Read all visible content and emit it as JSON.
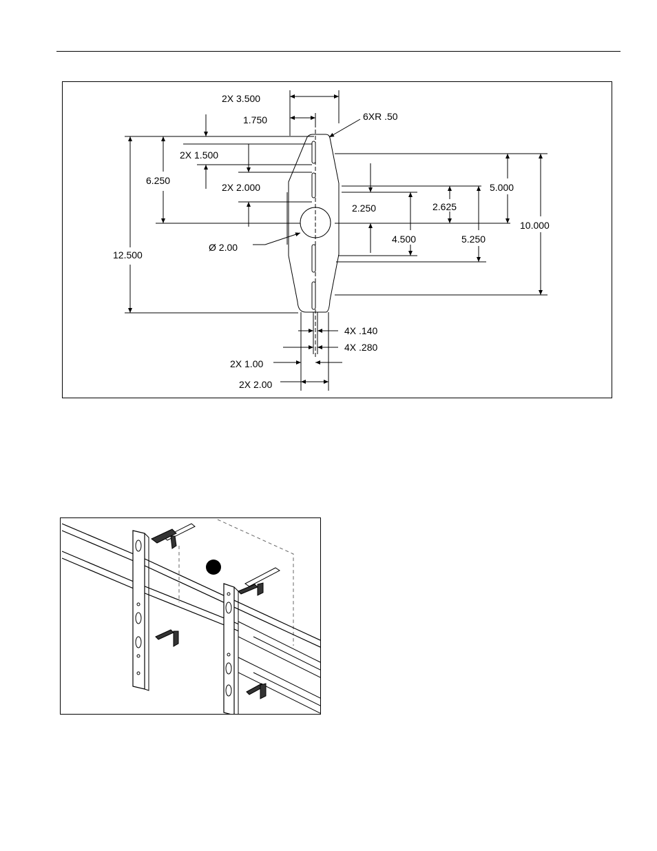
{
  "drawing": {
    "dimensions": [
      {
        "id": "d1",
        "text": "2X  3.500"
      },
      {
        "id": "d2",
        "text": "1.750"
      },
      {
        "id": "d3",
        "text": "6XR   .50"
      },
      {
        "id": "d4",
        "text": "2X  1.500"
      },
      {
        "id": "d5",
        "text": "6.250"
      },
      {
        "id": "d6",
        "text": "2X  2.000"
      },
      {
        "id": "d7",
        "text": "2.250"
      },
      {
        "id": "d8",
        "text": "2.625"
      },
      {
        "id": "d9",
        "text": "5.000"
      },
      {
        "id": "d10",
        "text": "10.000"
      },
      {
        "id": "d11",
        "text": "Ø  2.00"
      },
      {
        "id": "d12",
        "text": "4.500"
      },
      {
        "id": "d13",
        "text": "5.250"
      },
      {
        "id": "d14",
        "text": "12.500"
      },
      {
        "id": "d15",
        "text": "4X   .140"
      },
      {
        "id": "d16",
        "text": "4X   .280"
      },
      {
        "id": "d17",
        "text": "2X   1.00"
      },
      {
        "id": "d18",
        "text": "2X   2.00"
      }
    ]
  },
  "illustration": {
    "callout_marker": "filled-circle",
    "subject": "rack-rail-bracket-illustration"
  },
  "colors": {
    "line": "#000000",
    "background": "#ffffff",
    "dashed": "#555555"
  }
}
